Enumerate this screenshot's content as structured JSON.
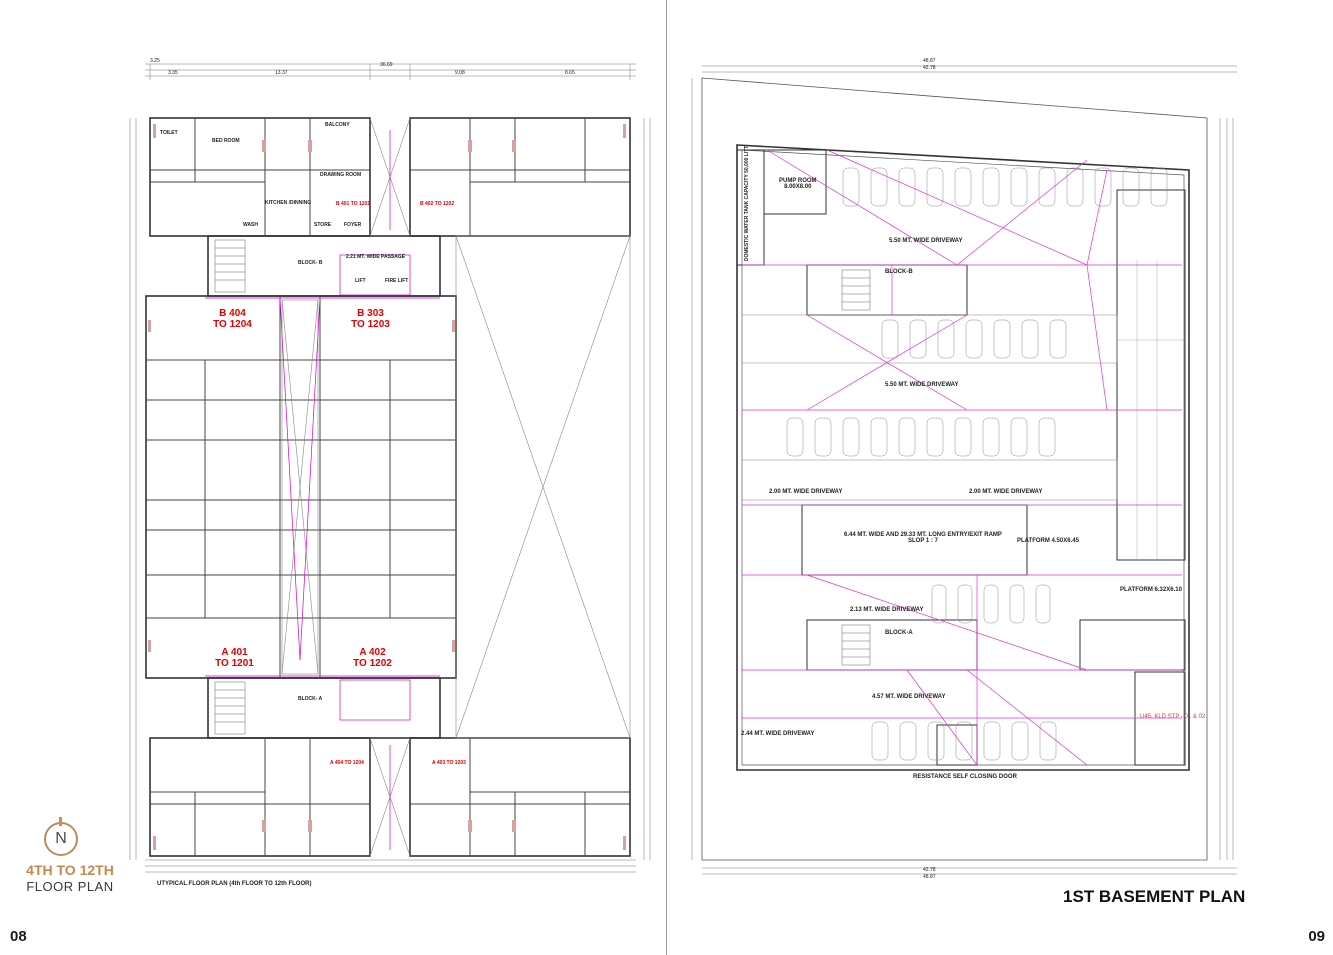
{
  "left_page": {
    "page_number": "08",
    "north_label": "N",
    "title_line1": "4TH TO 12TH",
    "title_line2": "FLOOR PLAN",
    "caption": "UTYPICAL FLOOR PLAN (4th FLOOR TO 12th FLOOR)",
    "unit_labels": [
      {
        "id": "b404",
        "line1": "B 404",
        "line2": "TO 1204"
      },
      {
        "id": "b303",
        "line1": "B 303",
        "line2": "TO 1203"
      },
      {
        "id": "a401",
        "line1": "A 401",
        "line2": "TO 1201"
      },
      {
        "id": "a402",
        "line1": "A 402",
        "line2": "TO 1202"
      }
    ],
    "small_red_labels": [
      "B 401 TO 1201",
      "B 402 TO 1202",
      "A 404 TO 1204",
      "A 403 TO 1203"
    ],
    "room_labels": [
      "BED ROOM",
      "TOILET",
      "KITCHEN /DINNING",
      "DRAWING ROOM",
      "BALCONY",
      "WASH",
      "STORE",
      "FOYER",
      "LIFT",
      "FIRE LIFT",
      "BLOCK- B",
      "BLOCK- A",
      "2.21 MT. WIDE PASSAGE"
    ],
    "top_dims": [
      "36.69",
      "13.37",
      "3.25",
      "9.08",
      "8.65",
      "3.35"
    ]
  },
  "right_page": {
    "page_number": "09",
    "title": "1ST BASEMENT PLAN",
    "stp_label": "U45. KLD STP - 01 & 02",
    "labels": {
      "pump_room": "PUMP ROOM",
      "pump_room_dim": "8.00X8.00",
      "tank": "DOMESTIC WATER TANK CAPACITY 50,000 LITT.",
      "driveway_550_a": "5.50 MT. WIDE DRIVEWAY",
      "driveway_550_b": "5.50 MT. WIDE DRIVEWAY",
      "driveway_200_a": "2.00 MT. WIDE DRIVEWAY",
      "driveway_200_b": "2.00 MT. WIDE DRIVEWAY",
      "driveway_213": "2.13 MT. WIDE DRIVEWAY",
      "driveway_457": "4.57 MT. WIDE DRIVEWAY",
      "driveway_244": "2.44 MT. WIDE DRIVEWAY",
      "ramp": "6.44 MT. WIDE AND 29.33 MT. LONG ENTRY/EXIT RAMP",
      "slope": "SLOP 1 : 7",
      "platform_a": "PLATFORM 4.50X6.45",
      "platform_b": "PLATFORM 6.32X6.10",
      "block_b": "BLOCK-B",
      "block_a": "BLOCK-A",
      "fire_door": "RESISTANCE SELF CLOSING DOOR",
      "dim_top": "48.87",
      "dim_top2": "42.78",
      "dim_bottom": "42.78",
      "dim_bottom2": "48.87"
    }
  }
}
